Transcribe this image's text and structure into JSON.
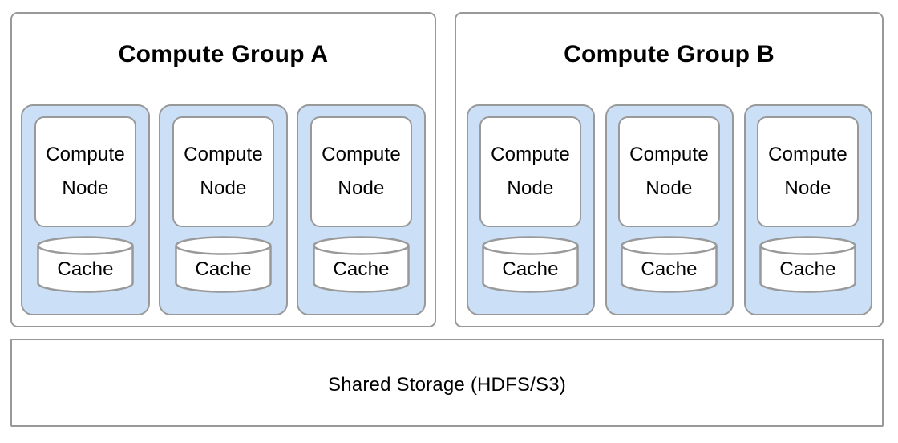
{
  "groups": [
    {
      "title": "Compute Group A",
      "nodes": [
        {
          "node_label": "Compute Node",
          "cache_label": "Cache"
        },
        {
          "node_label": "Compute Node",
          "cache_label": "Cache"
        },
        {
          "node_label": "Compute Node",
          "cache_label": "Cache"
        }
      ]
    },
    {
      "title": "Compute Group B",
      "nodes": [
        {
          "node_label": "Compute Node",
          "cache_label": "Cache"
        },
        {
          "node_label": "Compute Node",
          "cache_label": "Cache"
        },
        {
          "node_label": "Compute Node",
          "cache_label": "Cache"
        }
      ]
    }
  ],
  "storage": {
    "label": "Shared Storage (HDFS/S3)"
  },
  "colors": {
    "node_unit_fill": "#cbdff7",
    "border": "#999999",
    "background": "#ffffff",
    "text": "#000000"
  }
}
